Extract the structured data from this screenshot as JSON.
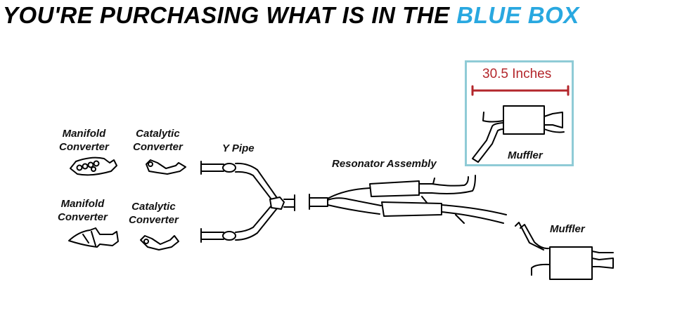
{
  "headline": {
    "prefix": "YOU'RE PURCHASING WHAT IS IN THE ",
    "highlight": "BLUE BOX",
    "highlight_color": "#29a8e0"
  },
  "parts": {
    "manifold_top": {
      "line1": "Manifold",
      "line2": "Converter"
    },
    "catalytic_top": {
      "line1": "Catalytic",
      "line2": "Converter"
    },
    "manifold_bottom": {
      "line1": "Manifold",
      "line2": "Converter"
    },
    "catalytic_bottom": {
      "line1": "Catalytic",
      "line2": "Converter"
    },
    "y_pipe": "Y Pipe",
    "resonator": "Resonator Assembly",
    "muffler_boxed": "Muffler",
    "muffler_lower": "Muffler"
  },
  "blue_box": {
    "dimension_label": "30.5 Inches",
    "border_color": "#8fcbd6",
    "dimension_color": "#b3262b"
  }
}
